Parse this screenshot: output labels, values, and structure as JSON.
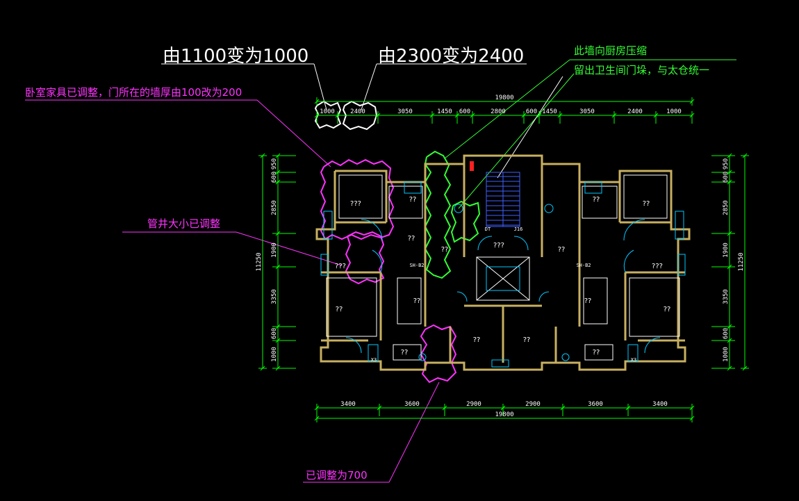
{
  "colors": {
    "background": "#000000",
    "wall": "#c8b060",
    "dimension_line": "#00ff00",
    "note_magenta": "#ff33ff",
    "note_green": "#33ff33",
    "furniture": "#00c8ff"
  },
  "annotations": {
    "top_left": "由1100变为1000",
    "top_right": "由2300变为2400",
    "bedroom": "卧室家具已调整，门所在的墙厚由100改为200",
    "shaft": "管井大小已调整",
    "bottom": "已调整为700",
    "kitchen_line1": "此墙向厨房压缩",
    "kitchen_line2": "留出卫生间门垛，与太仓统一"
  },
  "dimensions": {
    "top_total": "19800",
    "top_segments": [
      "1000",
      "2400",
      "3050",
      "1450",
      "600",
      "2800",
      "600",
      "1450",
      "3050",
      "2400",
      "1000"
    ],
    "bottom_total": "19800",
    "bottom_segments": [
      "3400",
      "3600",
      "2900",
      "2900",
      "3600",
      "3400"
    ],
    "left_total": "11250",
    "left_segments": [
      "950",
      "600",
      "2850",
      "1900",
      "3350",
      "600",
      "1000"
    ],
    "right_total": "11250",
    "right_segments": [
      "950",
      "600",
      "2850",
      "1900",
      "3350",
      "600",
      "1000"
    ]
  },
  "rooms": {
    "labels": [
      "???",
      "??",
      "??",
      "??",
      "???",
      "???",
      "??",
      "??",
      "??",
      "??",
      "??",
      "??",
      "???",
      "??",
      "??",
      "??",
      "??",
      "??"
    ],
    "tags": [
      "DT",
      "J16",
      "SH-B2",
      "SH-B2",
      "X3",
      "X3"
    ]
  }
}
